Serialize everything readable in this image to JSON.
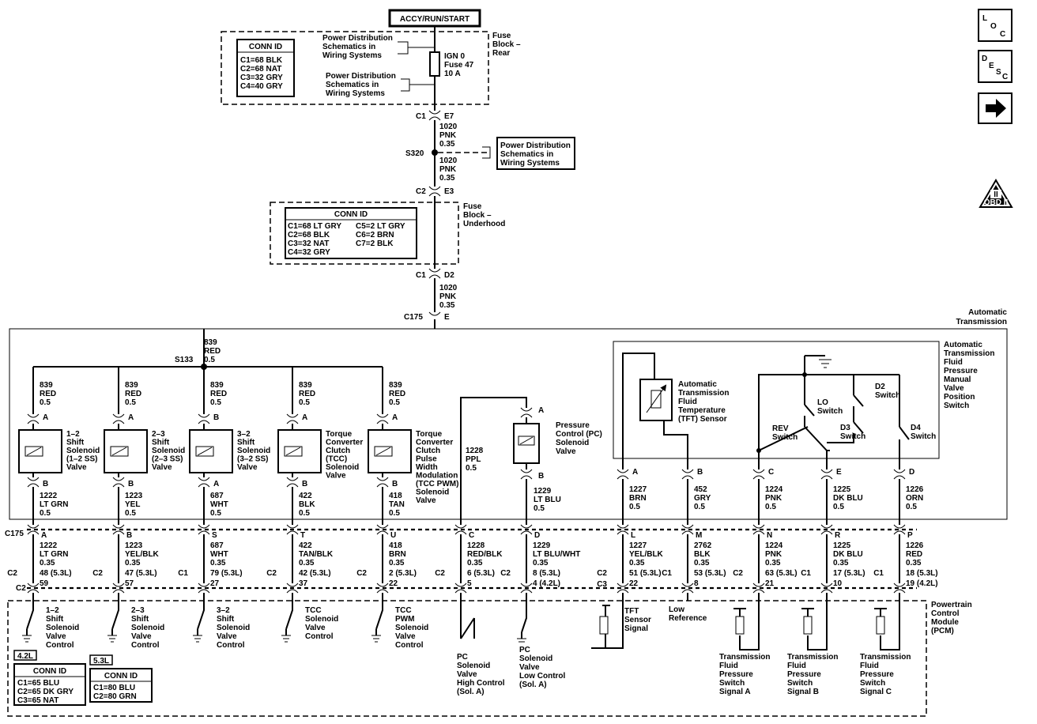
{
  "title": "ACCY/RUN/START",
  "nav": {
    "loc": [
      "L",
      "O",
      "C"
    ],
    "desc": [
      "D",
      "E",
      "S",
      "C"
    ],
    "next": "➜",
    "obd": "OBD II"
  },
  "fuse_rear": {
    "label": [
      "Fuse",
      "Block –",
      "Rear"
    ],
    "conn_title": "CONN ID",
    "conn": [
      "C1=68 BLK",
      "C2=68 NAT",
      "C3=32 GRY",
      "C4=40 GRY"
    ],
    "ref1": [
      "Power Distribution",
      "Schematics in",
      "Wiring Systems"
    ],
    "ref2": [
      "Power Distribution",
      "Schematics in",
      "Wiring Systems"
    ],
    "fuse": [
      "IGN 0",
      "Fuse 47",
      "10 A"
    ]
  },
  "upper": {
    "c1": "C1",
    "e7": "E7",
    "w1": [
      "1020",
      "PNK",
      "0.35"
    ],
    "s320": "S320",
    "w2": [
      "1020",
      "PNK",
      "0.35"
    ],
    "ref3": [
      "Power Distribution",
      "Schematics in",
      "Wiring Systems"
    ],
    "c2": "C2",
    "e3": "E3"
  },
  "fuse_under": {
    "label": [
      "Fuse",
      "Block –",
      "Underhood"
    ],
    "conn_title": "CONN ID",
    "conn_left": [
      "C1=68 LT GRY",
      "C2=68 BLK",
      "C3=32 NAT",
      "C4=32 GRY"
    ],
    "conn_right": [
      "C5=2 LT GRY",
      "C6=2 BRN",
      "C7=2 BLK"
    ],
    "c1": "C1",
    "d2": "D2",
    "w": [
      "1020",
      "PNK",
      "0.35"
    ],
    "c175": "C175",
    "e": "E"
  },
  "trans": {
    "label": [
      "Automatic",
      "Transmission"
    ],
    "s133": "S133",
    "feed": [
      "839",
      "RED",
      "0.5"
    ],
    "solenoids": [
      {
        "top": [
          "839",
          "RED",
          "0.5"
        ],
        "pin": "A",
        "name": [
          "1–2",
          "Shift",
          "Solenoid",
          "(1–2 SS)",
          "Valve"
        ],
        "bpin": "B",
        "wire": [
          "1222",
          "LT GRN",
          "0.5"
        ]
      },
      {
        "top": [
          "839",
          "RED",
          "0.5"
        ],
        "pin": "A",
        "name": [
          "2–3",
          "Shift",
          "Solenoid",
          "(2–3 SS)",
          "Valve"
        ],
        "bpin": "B",
        "wire": [
          "1223",
          "YEL",
          "0.5"
        ]
      },
      {
        "top": [
          "839",
          "RED",
          "0.5"
        ],
        "pin": "B",
        "name": [
          "3–2",
          "Shift",
          "Solenoid",
          "(3–2 SS)",
          "Valve"
        ],
        "bpin": "A",
        "wire": [
          "687",
          "WHT",
          "0.5"
        ]
      },
      {
        "top": [
          "839",
          "RED",
          "0.5"
        ],
        "pin": "A",
        "name": [
          "Torque",
          "Converter",
          "Clutch",
          "(TCC)",
          "Solenoid",
          "Valve"
        ],
        "bpin": "B",
        "wire": [
          "422",
          "BLK",
          "0.5"
        ]
      },
      {
        "top": [
          "839",
          "RED",
          "0.5"
        ],
        "pin": "A",
        "name": [
          "Torque",
          "Converter",
          "Clutch",
          "Pulse",
          "Width",
          "Modulation",
          "(TCC PWM)",
          "Solenoid",
          "Valve"
        ],
        "bpin": "B",
        "wire": [
          "418",
          "TAN",
          "0.5"
        ]
      }
    ],
    "ppl": [
      "1228",
      "PPL",
      "0.5"
    ],
    "pc": {
      "pin": "A",
      "name": [
        "Pressure",
        "Control (PC)",
        "Solenoid",
        "Valve"
      ],
      "bpin": "B",
      "wire": [
        "1229",
        "LT BLU",
        "0.5"
      ]
    },
    "tft": [
      "Automatic",
      "Transmission",
      "Fluid",
      "Temperature",
      "(TFT) Sensor"
    ],
    "switch_label": [
      "Automatic",
      "Transmission",
      "Fluid",
      "Pressure",
      "Manual",
      "Valve",
      "Position",
      "Switch"
    ],
    "switches": {
      "rev": [
        "REV",
        "Switch"
      ],
      "lo": [
        "LO",
        "Switch"
      ],
      "d2": [
        "D2",
        "Switch"
      ],
      "d3": [
        "D3",
        "Switch"
      ],
      "d4": [
        "D4",
        "Switch"
      ]
    },
    "right_pins": [
      {
        "pin": "A",
        "wire": [
          "1227",
          "BRN",
          "0.5"
        ]
      },
      {
        "pin": "B",
        "wire": [
          "452",
          "GRY",
          "0.5"
        ]
      },
      {
        "pin": "C",
        "wire": [
          "1224",
          "PNK",
          "0.5"
        ]
      },
      {
        "pin": "E",
        "wire": [
          "1225",
          "DK BLU",
          "0.5"
        ]
      },
      {
        "pin": "D",
        "wire": [
          "1226",
          "ORN",
          "0.5"
        ]
      }
    ]
  },
  "harness": {
    "c175": "C175",
    "pins": [
      {
        "pin": "A",
        "wire": [
          "1222",
          "LT GRN",
          "0.35"
        ],
        "conn": "C2",
        "cav": [
          "48 (5.3L)",
          "59"
        ]
      },
      {
        "pin": "B",
        "wire": [
          "1223",
          "YEL/BLK",
          "0.35"
        ],
        "conn": "C2",
        "cav": [
          "47 (5.3L)",
          "57"
        ]
      },
      {
        "pin": "S",
        "wire": [
          "687",
          "WHT",
          "0.35"
        ],
        "conn": "C1",
        "cav": [
          "79 (5.3L)",
          "27"
        ]
      },
      {
        "pin": "T",
        "wire": [
          "422",
          "TAN/BLK",
          "0.35"
        ],
        "conn": "C2",
        "cav": [
          "42 (5.3L)",
          "37"
        ]
      },
      {
        "pin": "U",
        "wire": [
          "418",
          "BRN",
          "0.35"
        ],
        "conn": "C2",
        "cav": [
          "2 (5.3L)",
          "22"
        ]
      },
      {
        "pin": "C",
        "wire": [
          "1228",
          "RED/BLK",
          "0.35"
        ],
        "conn": "C2",
        "cav": [
          "6 (5.3L)",
          "5"
        ]
      },
      {
        "pin": "D",
        "wire": [
          "1229",
          "LT BLU/WHT",
          "0.35"
        ],
        "conn": "C2",
        "cav": [
          "8 (5.3L)",
          "4 (4.2L)"
        ]
      },
      {
        "pin": "L",
        "wire": [
          "1227",
          "YEL/BLK",
          "0.35"
        ],
        "conn": "C2",
        "conn2": "C3",
        "cav": [
          "51 (5.3L)",
          "22"
        ]
      },
      {
        "pin": "M",
        "wire": [
          "2762",
          "BLK",
          "0.35"
        ],
        "conn": "C1",
        "cav": [
          "53 (5.3L)",
          "8"
        ]
      },
      {
        "pin": "N",
        "wire": [
          "1224",
          "PNK",
          "0.35"
        ],
        "conn": "C2",
        "cav": [
          "63 (5.3L)",
          "21"
        ]
      },
      {
        "pin": "R",
        "wire": [
          "1225",
          "DK BLU",
          "0.35"
        ],
        "conn": "C1",
        "cav": [
          "17 (5.3L)",
          "10"
        ]
      },
      {
        "pin": "P",
        "wire": [
          "1226",
          "RED",
          "0.35"
        ],
        "conn": "C1",
        "cav": [
          "18 (5.3L)",
          "19 (4.2L)"
        ]
      }
    ],
    "left_c2": "C2"
  },
  "pcm": {
    "label": [
      "Powertrain",
      "Control",
      "Module",
      "(PCM)"
    ],
    "controls": [
      [
        "1–2",
        "Shift",
        "Solenoid",
        "Valve",
        "Control"
      ],
      [
        "2–3",
        "Shift",
        "Solenoid",
        "Valve",
        "Control"
      ],
      [
        "3–2",
        "Shift",
        "Solenoid",
        "Valve",
        "Control"
      ],
      [
        "TCC",
        "Solenoid",
        "Valve",
        "Control"
      ],
      [
        "TCC",
        "PWM",
        "Solenoid",
        "Valve",
        "Control"
      ]
    ],
    "pc_high": [
      "PC",
      "Solenoid",
      "Valve",
      "High Control",
      "(Sol. A)"
    ],
    "pc_low": [
      "PC",
      "Solenoid",
      "Valve",
      "Low Control",
      "(Sol. A)"
    ],
    "tft_sig": [
      "TFT",
      "Sensor",
      "Signal"
    ],
    "low_ref": [
      "Low",
      "Reference"
    ],
    "press_a": [
      "Transmission",
      "Fluid",
      "Pressure",
      "Switch",
      "Signal A"
    ],
    "press_b": [
      "Transmission",
      "Fluid",
      "Pressure",
      "Switch",
      "Signal B"
    ],
    "press_c": [
      "Transmission",
      "Fluid",
      "Pressure",
      "Switch",
      "Signal C"
    ],
    "tag42": "4.2L",
    "conn42_title": "CONN ID",
    "conn42": [
      "C1=65 BLU",
      "C2=65 DK GRY",
      "C3=65 NAT"
    ],
    "tag53": "5.3L",
    "conn53_title": "CONN ID",
    "conn53": [
      "C1=80 BLU",
      "C2=80 GRN"
    ]
  }
}
